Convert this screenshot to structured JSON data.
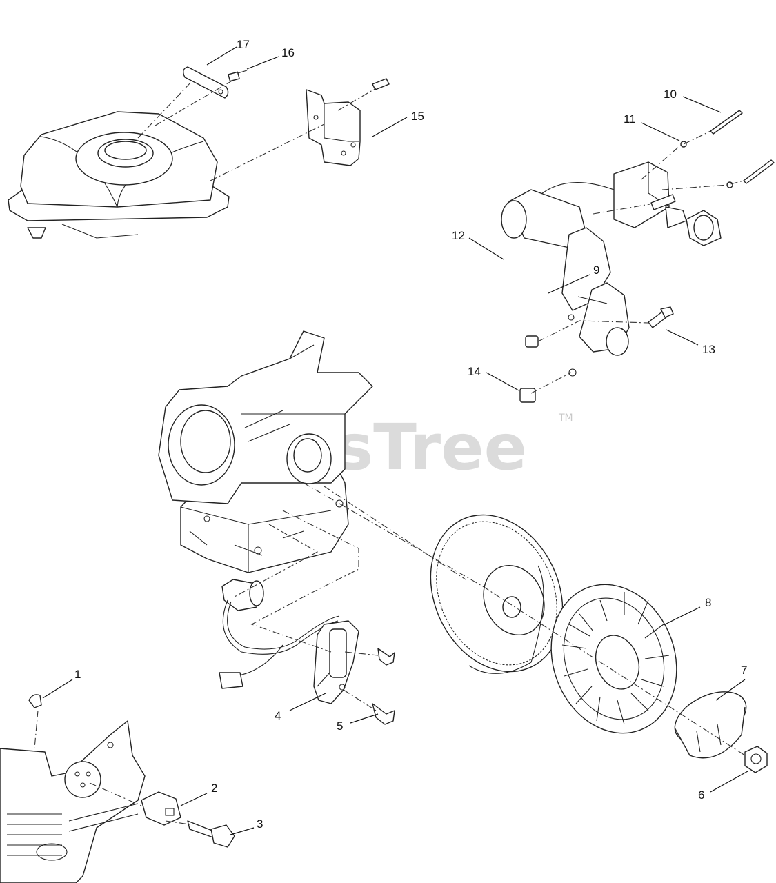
{
  "watermark": {
    "text": "PartsTree",
    "trademark": "TM"
  },
  "callouts": [
    {
      "id": "callout-1",
      "label": "1"
    },
    {
      "id": "callout-2",
      "label": "2"
    },
    {
      "id": "callout-3",
      "label": "3"
    },
    {
      "id": "callout-4",
      "label": "4"
    },
    {
      "id": "callout-5",
      "label": "5"
    },
    {
      "id": "callout-6",
      "label": "6"
    },
    {
      "id": "callout-7",
      "label": "7"
    },
    {
      "id": "callout-8",
      "label": "8"
    },
    {
      "id": "callout-9",
      "label": "9"
    },
    {
      "id": "callout-10",
      "label": "10"
    },
    {
      "id": "callout-11",
      "label": "11"
    },
    {
      "id": "callout-12",
      "label": "12"
    },
    {
      "id": "callout-13",
      "label": "13"
    },
    {
      "id": "callout-14",
      "label": "14"
    },
    {
      "id": "callout-15",
      "label": "15"
    },
    {
      "id": "callout-16",
      "label": "16"
    },
    {
      "id": "callout-17",
      "label": "17"
    }
  ]
}
